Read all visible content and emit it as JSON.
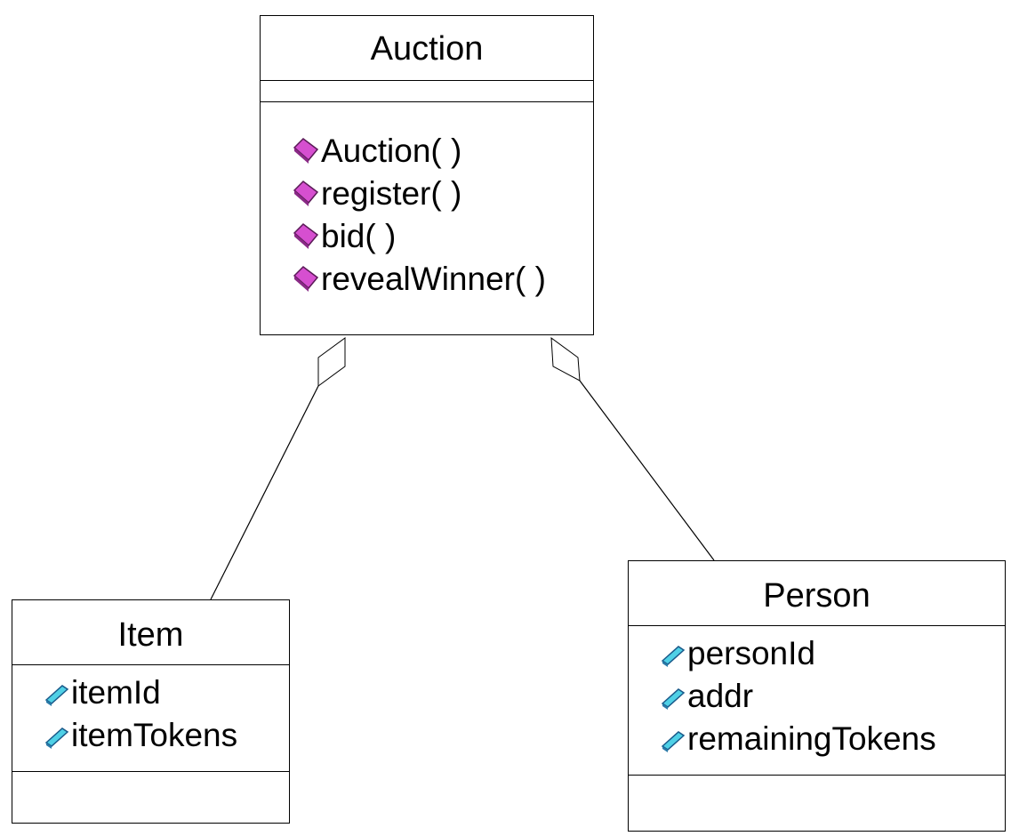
{
  "classes": {
    "auction": {
      "name": "Auction",
      "attributes": [],
      "operations": [
        "Auction( )",
        "register( )",
        "bid( )",
        "revealWinner( )"
      ]
    },
    "item": {
      "name": "Item",
      "attributes": [
        "itemId",
        "itemTokens"
      ],
      "operations": []
    },
    "person": {
      "name": "Person",
      "attributes": [
        "personId",
        "addr",
        "remainingTokens"
      ],
      "operations": []
    }
  },
  "relations": [
    {
      "type": "aggregation",
      "whole": "Auction",
      "part": "Item"
    },
    {
      "type": "aggregation",
      "whole": "Auction",
      "part": "Person"
    }
  ],
  "icons": {
    "operation": "operation-icon",
    "attribute": "attribute-icon"
  },
  "colors": {
    "operation_icon": "#d64fd0",
    "attribute_icon": "#4fd0e6",
    "line": "#000000"
  }
}
